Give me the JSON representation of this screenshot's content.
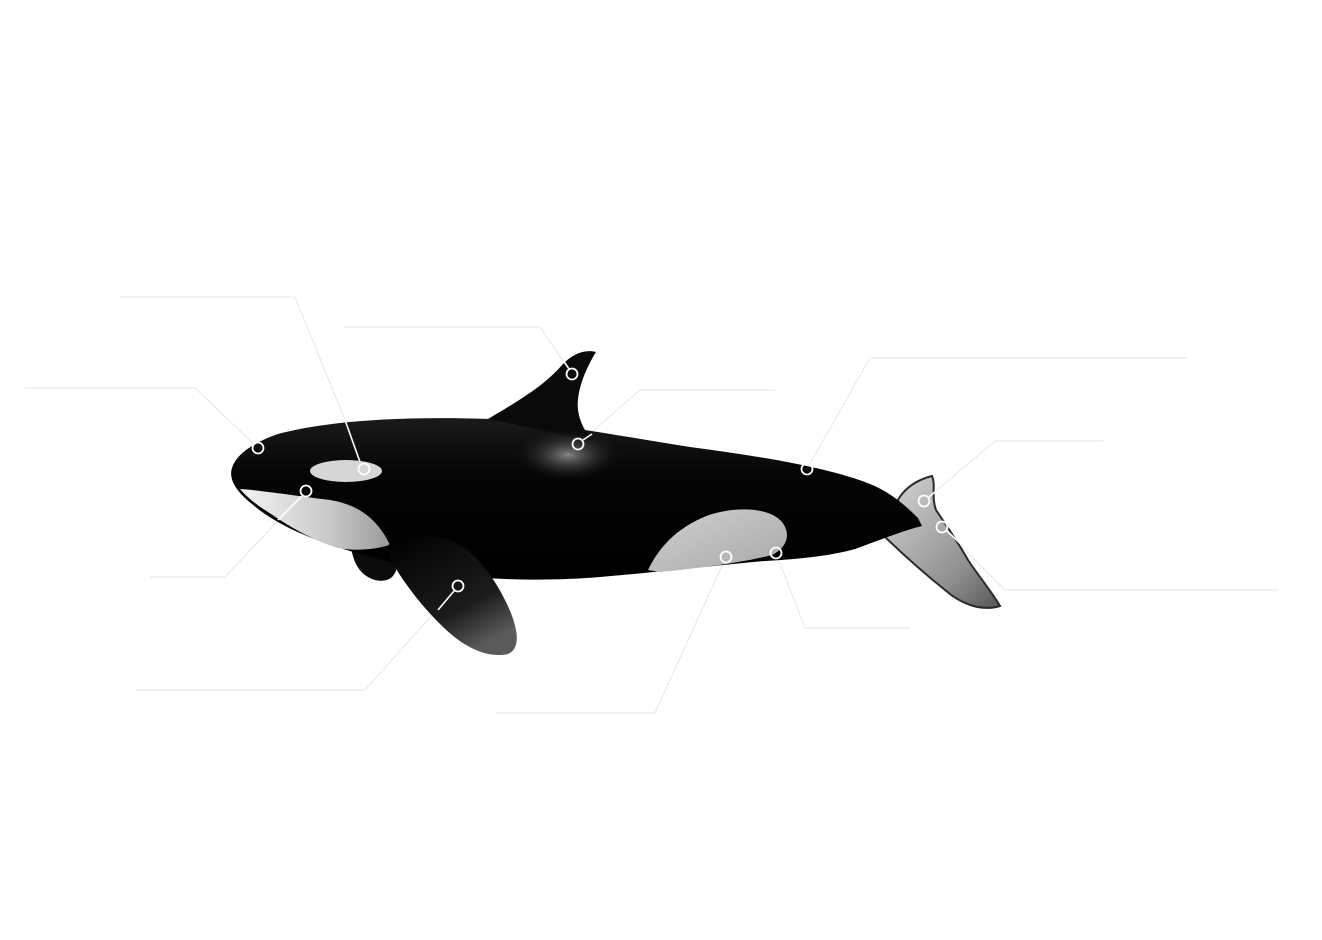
{
  "diagram": {
    "subject": "orca",
    "title": "",
    "colors": {
      "body": "#050505",
      "patch": "#bdbdbd",
      "leader": "#e6e6e6",
      "marker": "#ffffff",
      "background": "#ffffff"
    },
    "callouts": [
      {
        "id": "rostrum",
        "label": ""
      },
      {
        "id": "eye-patch",
        "label": ""
      },
      {
        "id": "chin",
        "label": ""
      },
      {
        "id": "dorsal-fin",
        "label": ""
      },
      {
        "id": "saddle-patch",
        "label": ""
      },
      {
        "id": "pectoral-fin",
        "label": ""
      },
      {
        "id": "flank-patch",
        "label": ""
      },
      {
        "id": "genital-area",
        "label": ""
      },
      {
        "id": "peduncle",
        "label": ""
      },
      {
        "id": "fluke-upper",
        "label": ""
      },
      {
        "id": "fluke-lower",
        "label": ""
      }
    ]
  }
}
